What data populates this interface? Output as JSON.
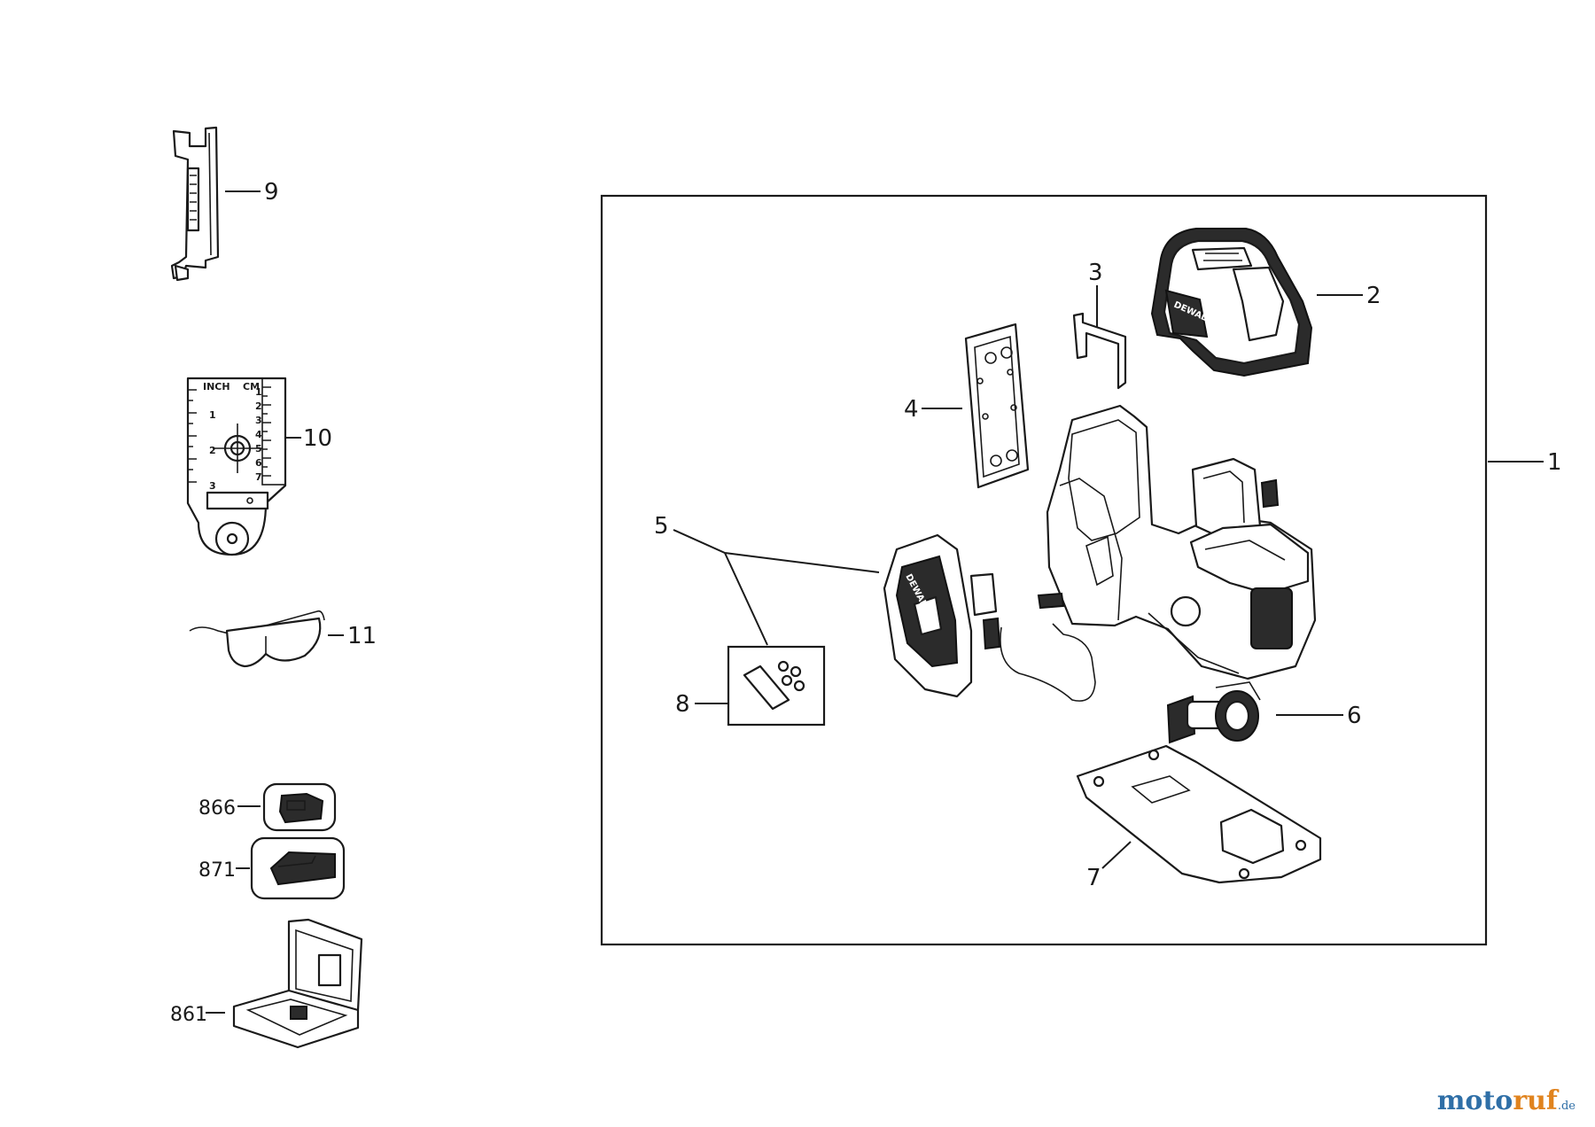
{
  "callouts": {
    "c1": "1",
    "c2": "2",
    "c3": "3",
    "c4": "4",
    "c5": "5",
    "c6": "6",
    "c7": "7",
    "c8": "8",
    "c9": "9",
    "c10": "10",
    "c11": "11",
    "c866": "866",
    "c871": "871",
    "c861": "861"
  },
  "target": {
    "header_left": "INCH",
    "header_right": "CM",
    "inch_marks": [
      "1",
      "2",
      "3"
    ],
    "cm_marks": [
      "1",
      "2",
      "3",
      "4",
      "5",
      "6",
      "7"
    ]
  },
  "product_brand": "DEWALT",
  "watermark": {
    "part1": "moto",
    "part2": "ruf",
    "suffix": ".de"
  },
  "colors": {
    "line": "#1a1a1a",
    "watermark_blue": "#2f6fa7",
    "watermark_orange": "#e0831e"
  }
}
